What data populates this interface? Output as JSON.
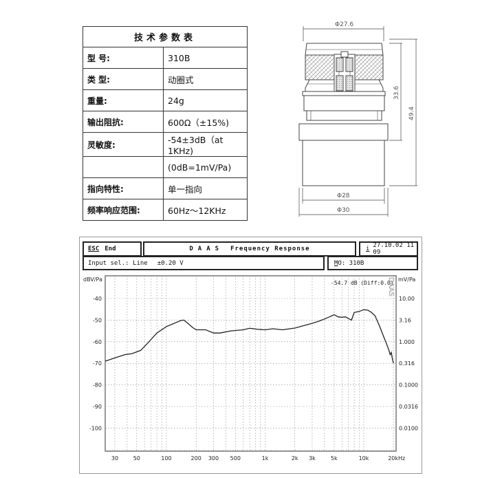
{
  "spec_table": {
    "title": "技术参数表",
    "rows": [
      {
        "key": "型 号:",
        "value": "310B"
      },
      {
        "key": "类 型:",
        "value": "动圈式"
      },
      {
        "key": "重量:",
        "value": "24g"
      },
      {
        "key": "输出阻抗:",
        "value": "600Ω（±15%)"
      },
      {
        "key": "灵敏度:",
        "value": "-54±3dB（at 1KHz)"
      },
      {
        "key": "",
        "value": "(0dB=1mV/Pa)"
      },
      {
        "key": "指向特性:",
        "value": "单一指向"
      },
      {
        "key": "频率响应范围:",
        "value": "60Hz～12KHz"
      }
    ]
  },
  "drawing": {
    "dim_top_diameter": "Φ27.6",
    "dim_height_inner": "33.6",
    "dim_height_total": "49.4",
    "dim_body_diameter": "Φ28",
    "dim_base_diameter": "Φ30"
  },
  "analyzer": {
    "esc_key": "ESC",
    "esc_label": "End",
    "title_brand": "DAAS",
    "title_text": "Frequency Response",
    "info_icon": "i",
    "datetime": "27.10.02 11 09",
    "input_label": "Input sel.: Line",
    "input_level": "±0.20 V",
    "mo_key": "M",
    "mo_label": "O: 310B",
    "reading": "-54.7 dB (Diff:0.0)",
    "watermark": "DAAS",
    "left_unit": "dBV/Pa",
    "right_unit": "mV/Pa",
    "x_unit_suffix": "Hz"
  },
  "chart_data": {
    "type": "line",
    "title": "DAAS Frequency Response",
    "xlabel": "Frequency (Hz)",
    "ylabel": "dBV/Pa",
    "y2label": "mV/Pa",
    "xscale": "log",
    "xlim": [
      24,
      20000
    ],
    "ylim": [
      -110,
      -30
    ],
    "grid": true,
    "x_ticks": [
      {
        "value": 30,
        "label": "30"
      },
      {
        "value": 50,
        "label": "50"
      },
      {
        "value": 100,
        "label": "100"
      },
      {
        "value": 200,
        "label": "200"
      },
      {
        "value": 300,
        "label": "300"
      },
      {
        "value": 500,
        "label": "500"
      },
      {
        "value": 1000,
        "label": "1k"
      },
      {
        "value": 2000,
        "label": "2k"
      },
      {
        "value": 3000,
        "label": "3k"
      },
      {
        "value": 5000,
        "label": "5k"
      },
      {
        "value": 10000,
        "label": "10k"
      },
      {
        "value": 20000,
        "label": "20kHz"
      }
    ],
    "y_ticks": [
      -40,
      -50,
      -60,
      -70,
      -80,
      -90,
      -100
    ],
    "y2_ticks": [
      "10.00",
      "3.16",
      "1.000",
      "0.316",
      "0.1000",
      "0.0316",
      "0.0100"
    ],
    "series": [
      {
        "name": "310B",
        "x": [
          24,
          30,
          38,
          45,
          55,
          65,
          80,
          100,
          120,
          140,
          150,
          165,
          185,
          200,
          250,
          300,
          350,
          450,
          600,
          700,
          850,
          1000,
          1200,
          1500,
          2000,
          2500,
          3000,
          3500,
          4000,
          4500,
          5000,
          5500,
          6000,
          6500,
          7000,
          7500,
          8000,
          9000,
          10000,
          11000,
          12000,
          13000,
          14500,
          16000,
          17000,
          18000,
          18500,
          19000,
          19500,
          20000
        ],
        "y": [
          -69,
          -67.5,
          -66,
          -65.5,
          -64,
          -60.5,
          -56,
          -53,
          -51.5,
          -50.2,
          -50,
          -51.5,
          -53.5,
          -54.5,
          -54.5,
          -56,
          -56,
          -55,
          -54.5,
          -53.8,
          -54.3,
          -54.5,
          -54,
          -54.5,
          -53.7,
          -52.5,
          -51.5,
          -50.5,
          -49.5,
          -48.5,
          -47.5,
          -48.5,
          -48.7,
          -48.5,
          -49.3,
          -50,
          -46.5,
          -46,
          -45.2,
          -45.4,
          -46.5,
          -48,
          -53,
          -58,
          -61,
          -64,
          -66,
          -65,
          -68,
          -70
        ]
      }
    ]
  }
}
